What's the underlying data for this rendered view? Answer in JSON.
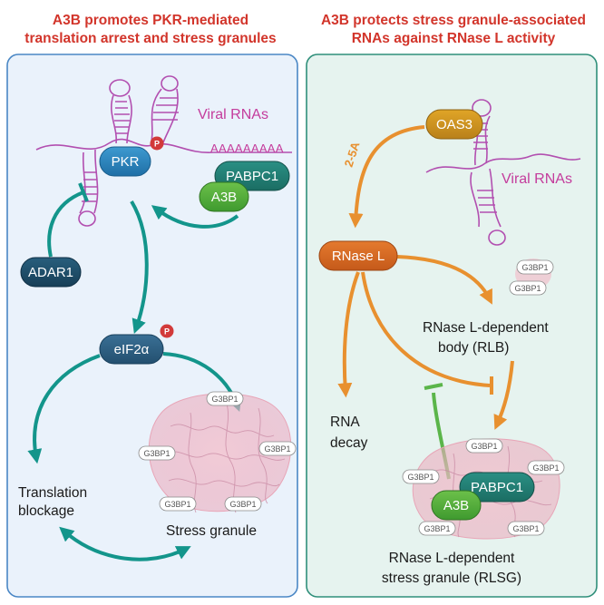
{
  "headers": {
    "left_line1": "A3B promotes PKR-mediated",
    "left_line2": "translation arrest and stress granules",
    "right_line1": "A3B protects stress granule-associated",
    "right_line2": "RNAs against RNase L activity"
  },
  "left": {
    "viral_rnas": "Viral RNAs",
    "polyA": "AAAAAAAAA",
    "pkr": "PKR",
    "phospho": "P",
    "pabpc1": "PABPC1",
    "a3b": "A3B",
    "adar1": "ADAR1",
    "eif2a": "eIF2α",
    "translation_line1": "Translation",
    "translation_line2": "blockage",
    "stress_granule": "Stress granule",
    "g3bp1": "G3BP1"
  },
  "right": {
    "oas3": "OAS3",
    "two_five_a": "2-5A",
    "viral_rnas": "Viral RNAs",
    "rnase_l": "RNase L",
    "rlb_line1": "RNase L-dependent",
    "rlb_line2": "body (RLB)",
    "rna_decay_line1": "RNA",
    "rna_decay_line2": "decay",
    "pabpc1": "PABPC1",
    "a3b": "A3B",
    "rlsg_line1": "RNase L-dependent",
    "rlsg_line2": "stress granule (RLSG)",
    "g3bp1": "G3BP1"
  },
  "colors": {
    "header_red": "#d2352b",
    "left_panel_bg": "#eaf2fb",
    "left_panel_border": "#4a87c5",
    "right_panel_bg": "#e6f3ef",
    "right_panel_border": "#2f8f7a",
    "teal_arrow": "#13958b",
    "orange_arrow": "#e8902f",
    "green_inhibit": "#5bb54a",
    "viral_rna": "#b24fb0"
  }
}
